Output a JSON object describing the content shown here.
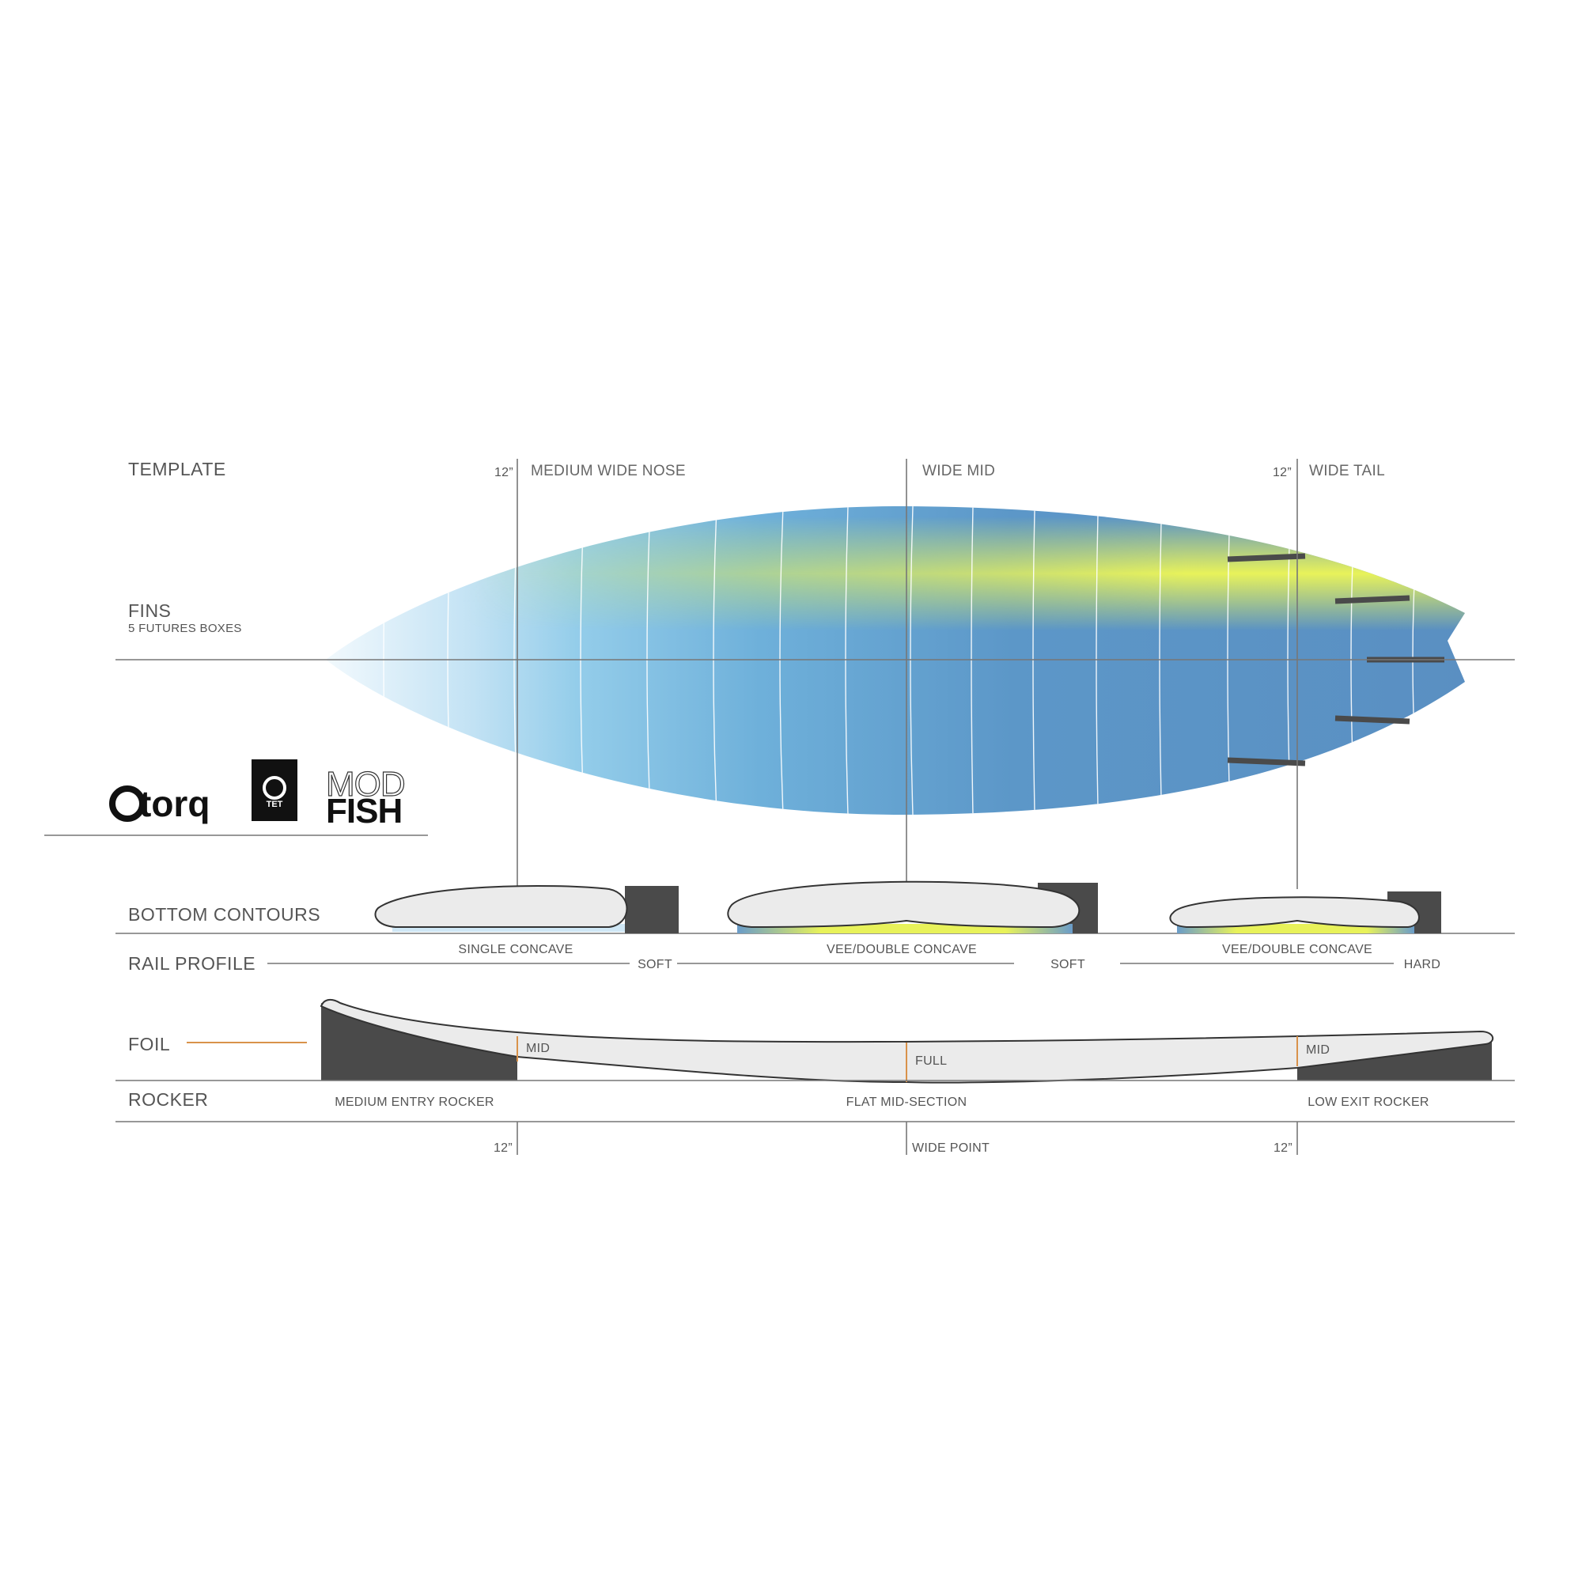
{
  "sections": {
    "template": "TEMPLATE",
    "fins": "FINS",
    "fins_sub": "5 FUTURES BOXES",
    "bottom_contours": "BOTTOM  CONTOURS",
    "rail_profile": "RAIL PROFILE",
    "foil": "FOIL",
    "rocker": "ROCKER"
  },
  "template_marks": {
    "nose_inch": "12”",
    "nose_label": "MEDIUM WIDE NOSE",
    "mid_label": "WIDE MID",
    "tail_inch": "12”",
    "tail_label": "WIDE TAIL"
  },
  "bottom_contours": {
    "nose": "SINGLE CONCAVE",
    "mid": "VEE/DOUBLE CONCAVE",
    "tail": "VEE/DOUBLE CONCAVE"
  },
  "rail_profile": {
    "nose": "SOFT",
    "mid": "SOFT",
    "tail": "HARD"
  },
  "foil": {
    "nose": "MID",
    "mid": "FULL",
    "tail": "MID"
  },
  "rocker": {
    "nose": "MEDIUM ENTRY ROCKER",
    "mid": "FLAT MID-SECTION",
    "tail": "LOW EXIT ROCKER"
  },
  "bottom_marks": {
    "nose_inch": "12”",
    "mid_label": "WIDE POINT",
    "tail_inch": "12”"
  },
  "logos": {
    "torq": "torq",
    "tet": "TET",
    "mod": "MOD",
    "fish": "FISH"
  },
  "colors": {
    "board_light": "#dbeefa",
    "board_blue": "#5a92c4",
    "board_yellow": "#e8f25a",
    "fin_gray": "#4a4a4a",
    "foil_accent": "#d9924a",
    "line_gray": "#777777"
  }
}
